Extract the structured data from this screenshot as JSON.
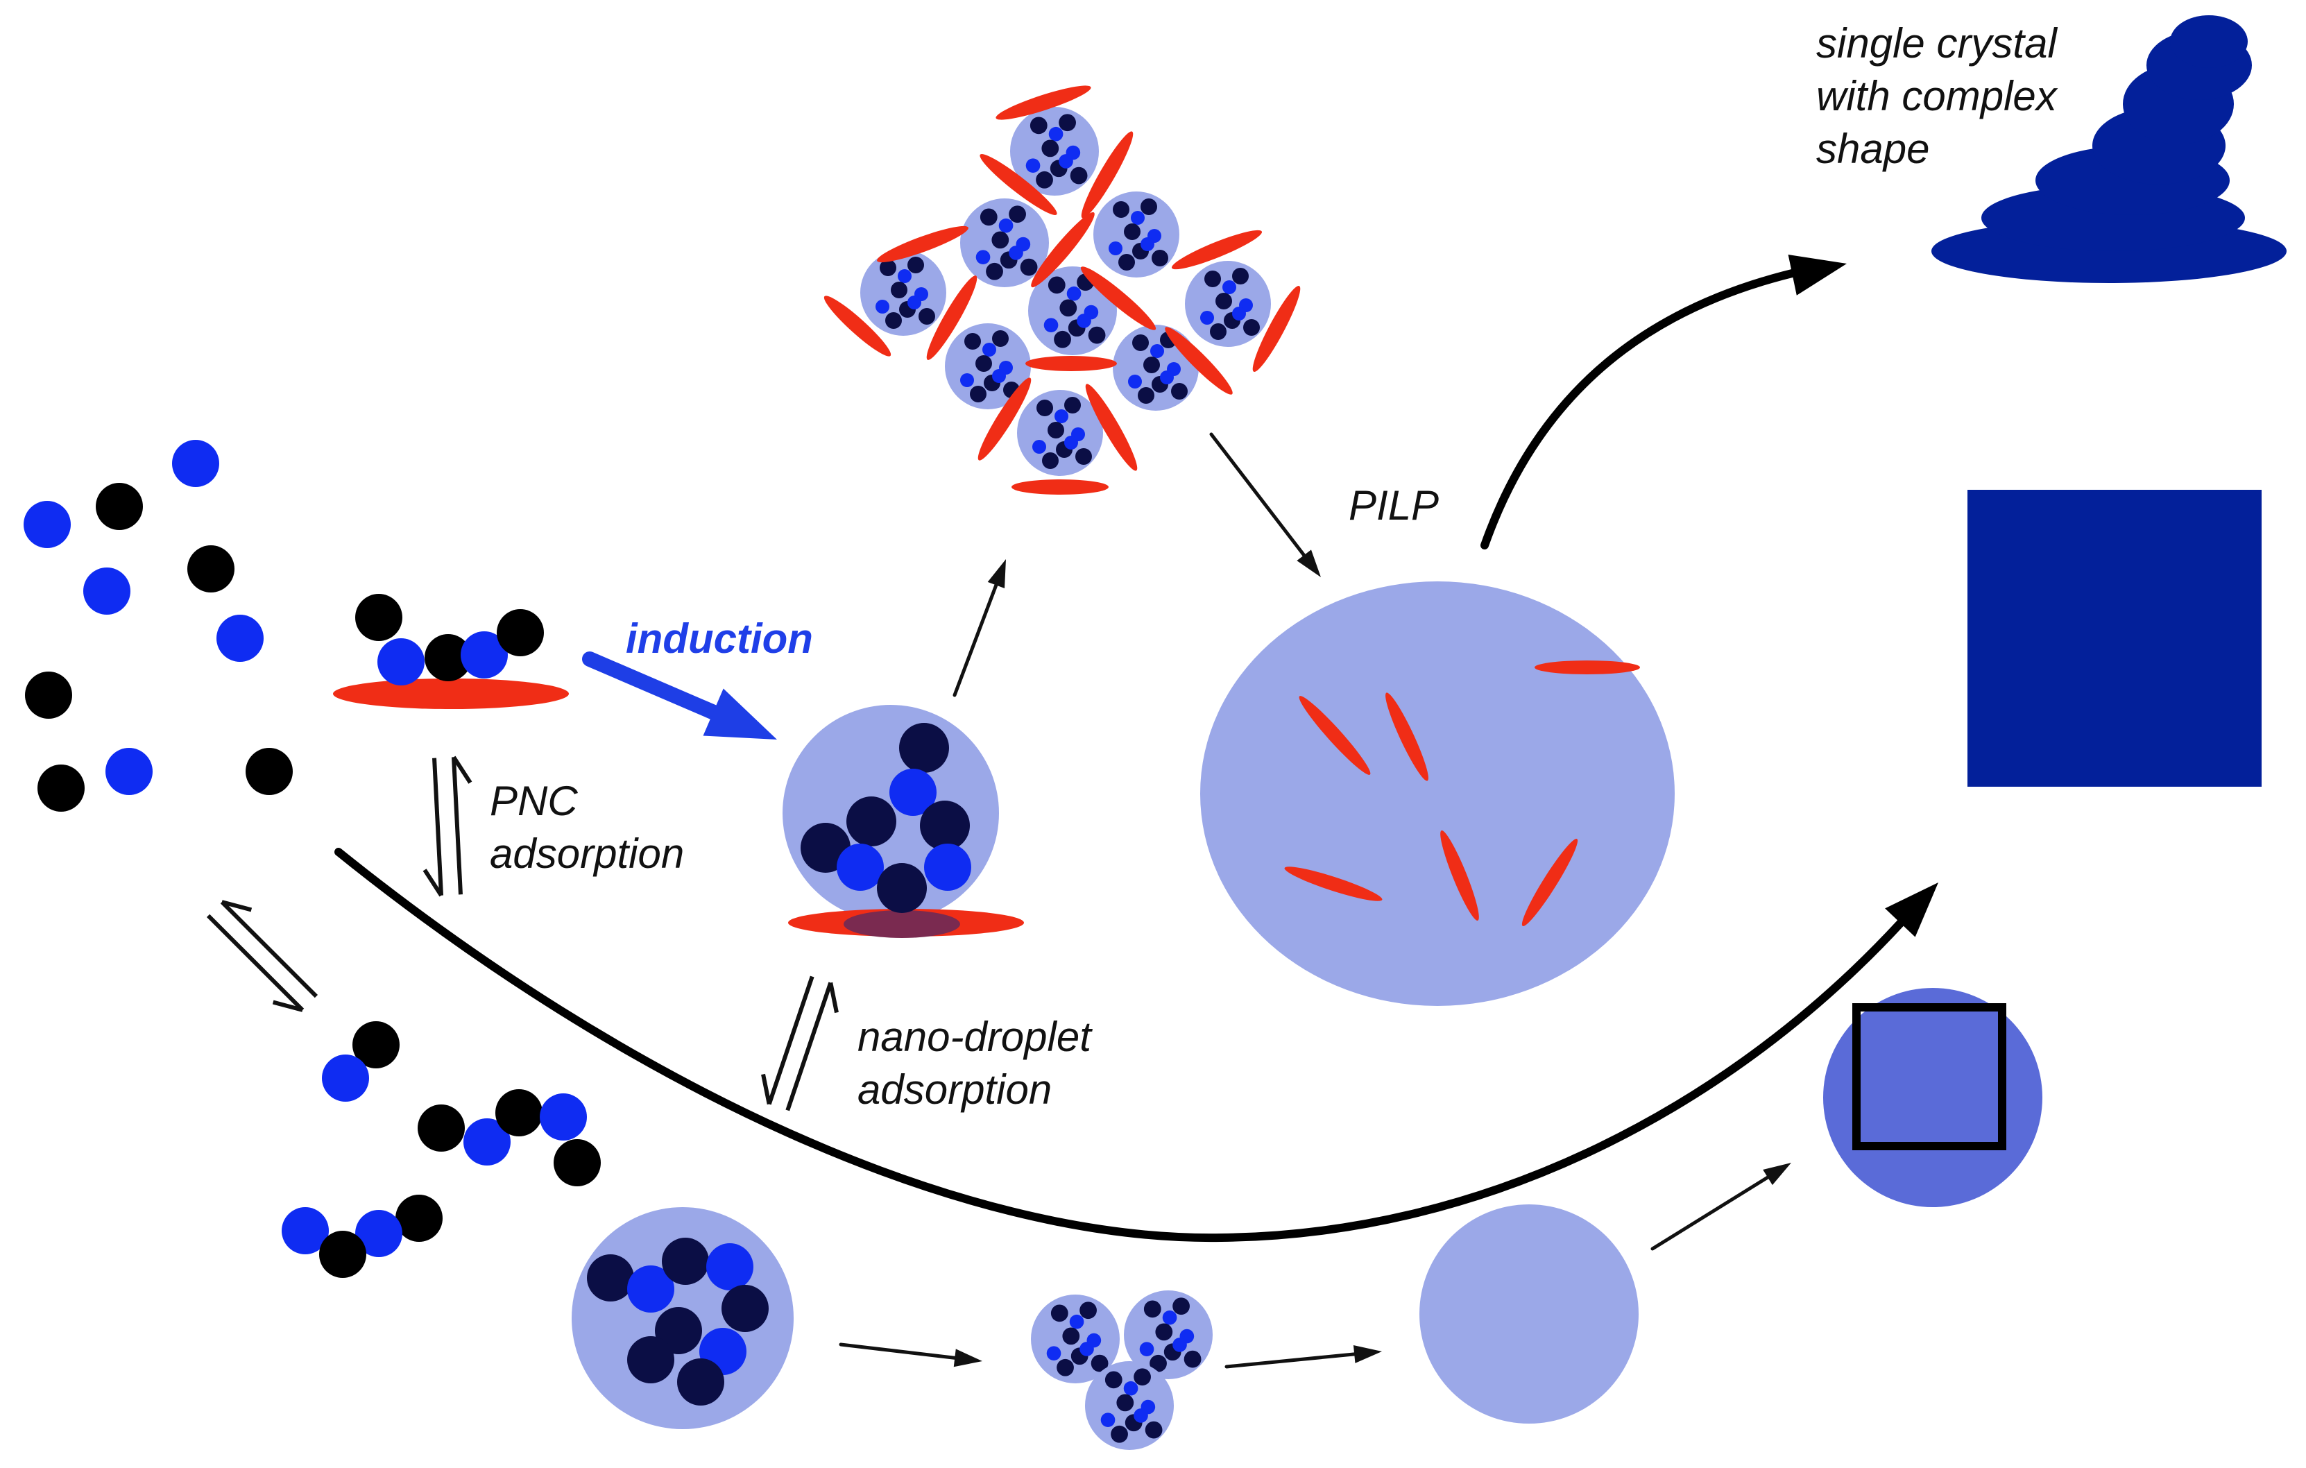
{
  "labels": {
    "single_crystal_line1": "single crystal",
    "single_crystal_line2": "with complex",
    "single_crystal_line3": "shape",
    "induction": "induction",
    "pnc_line1": "PNC",
    "pnc_line2": "adsorption",
    "pilp": "PILP",
    "nano_line1": "nano-droplet",
    "nano_line2": "adsorption"
  },
  "colors": {
    "ion_blue": "#0f2cf2",
    "ion_black": "#000000",
    "dark_navy": "#0b0e45",
    "droplet": "#9ba8e8",
    "droplet_dark": "#5a6bd8",
    "additive_red": "#f02d16",
    "crystal_navy": "#03209a",
    "arrow_blue": "#1e3ee6",
    "outline": "#111111"
  },
  "icons": {
    "single_crystal": "layered-crystal-icon",
    "cube_crystal": "square-crystal-icon",
    "core_shell": "core-shell-particle-icon"
  }
}
